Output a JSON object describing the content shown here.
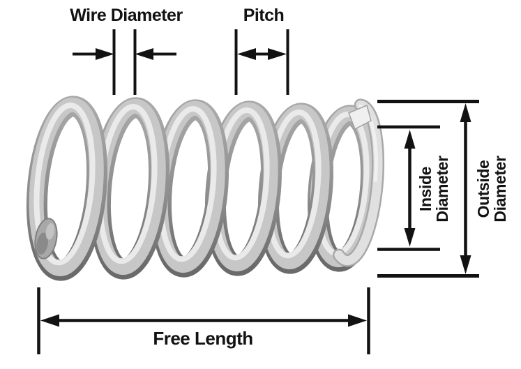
{
  "labels": {
    "wire_diameter": "Wire Diameter",
    "pitch": "Pitch",
    "inside_diameter": "Inside Diameter",
    "outside_diameter": "Outside Diameter",
    "free_length": "Free Length"
  },
  "spring": {
    "coil_count": 6
  },
  "colors": {
    "background": "#ffffff",
    "annotation": "#121212",
    "metal_rim_top": "#a8a8a8",
    "metal_rim_bottom": "#6a6a6a",
    "metal_body": "#c7c7c7",
    "metal_highlight": "#ececec",
    "metal_end_bright": "#e0e0e0"
  }
}
